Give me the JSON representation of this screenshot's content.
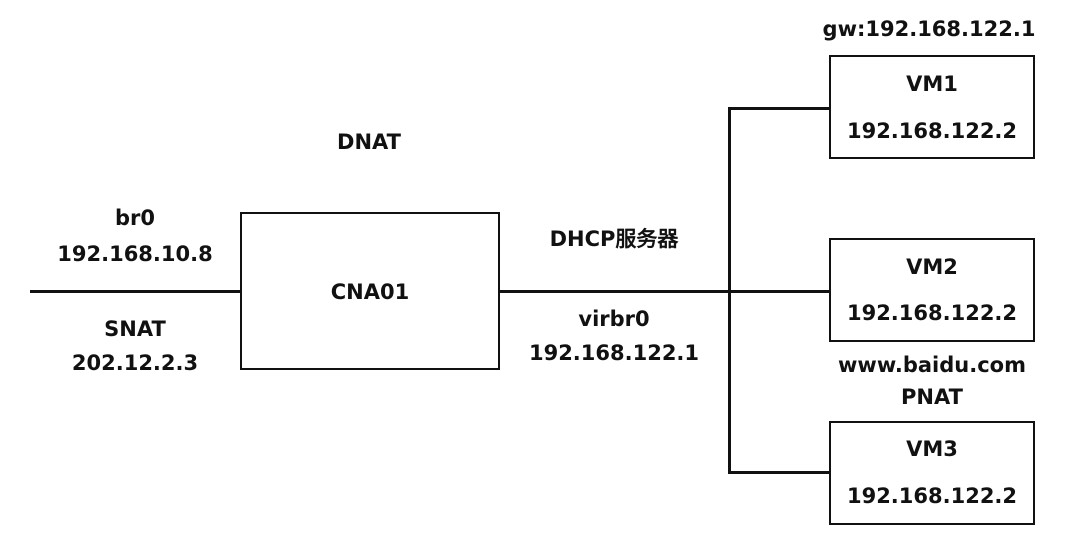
{
  "host": {
    "name": "CNA01",
    "uplink": {
      "interface": "br0",
      "ip": "192.168.10.8",
      "snat_label": "SNAT",
      "public_ip": "202.12.2.3"
    },
    "dnat_label": "DNAT",
    "bridge": {
      "service": "DHCP服务器",
      "interface": "virbr0",
      "ip": "192.168.122.1"
    }
  },
  "gateway_label": "gw:192.168.122.1",
  "external": {
    "domain": "www.baidu.com",
    "pnat_label": "PNAT"
  },
  "vms": [
    {
      "name": "VM1",
      "ip": "192.168.122.2"
    },
    {
      "name": "VM2",
      "ip": "192.168.122.2"
    },
    {
      "name": "VM3",
      "ip": "192.168.122.2"
    }
  ]
}
